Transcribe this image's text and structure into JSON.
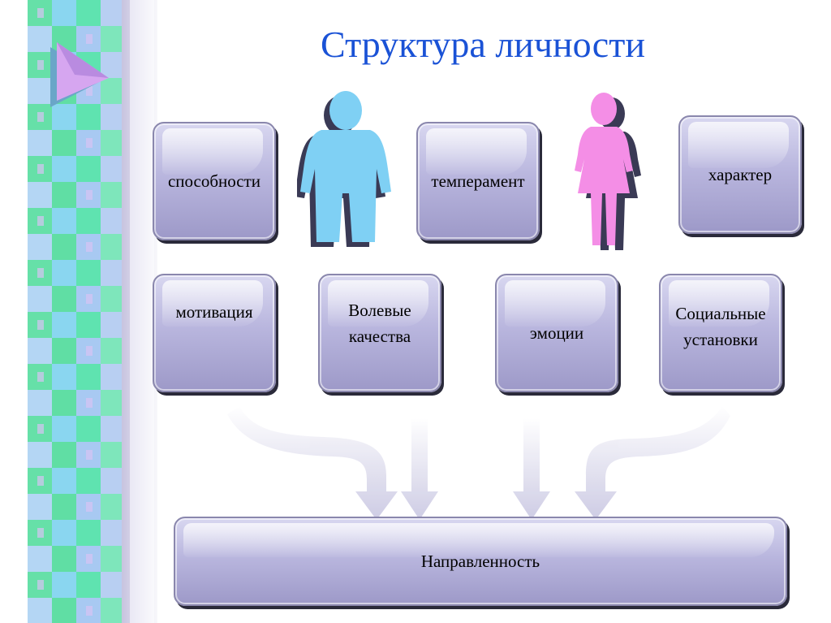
{
  "title": "Структура личности",
  "row1": {
    "abilities": "способности",
    "temperament": "темперамент",
    "character": "характер"
  },
  "row2": {
    "motivation": "мотивация",
    "volitional": "Волевые качества",
    "emotions": "эмоции",
    "social": "Социальные установки"
  },
  "result": "Направленность",
  "colors": {
    "title": "#1a52d6",
    "male_figure": "#7fd0f4",
    "female_figure": "#f48ee6",
    "box_fill": "#b9b6de"
  },
  "icons": [
    "male-figure-icon",
    "female-figure-icon",
    "triangle-icon",
    "arrow-down-icon"
  ]
}
